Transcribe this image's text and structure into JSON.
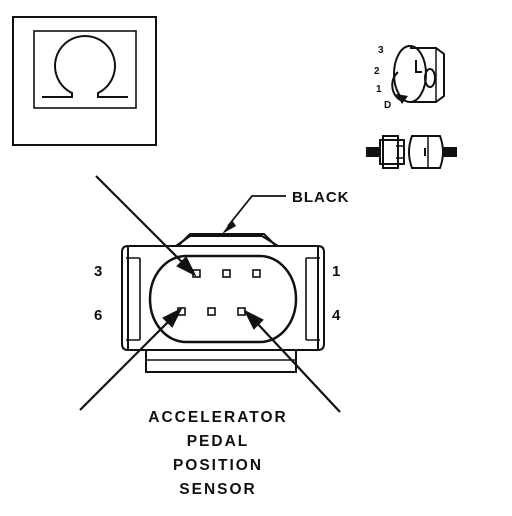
{
  "connector": {
    "color_label": "BLACK",
    "pin_labels": {
      "top_left": "3",
      "top_right": "1",
      "bottom_left": "6",
      "bottom_right": "4"
    },
    "title_lines": [
      "ACCELERATOR",
      "PEDAL",
      "POSITION",
      "SENSOR"
    ]
  },
  "key_icon": {
    "position_labels": [
      "3",
      "2",
      "1",
      "D"
    ]
  },
  "colors": {
    "ink": "#111111",
    "background": "#ffffff"
  }
}
